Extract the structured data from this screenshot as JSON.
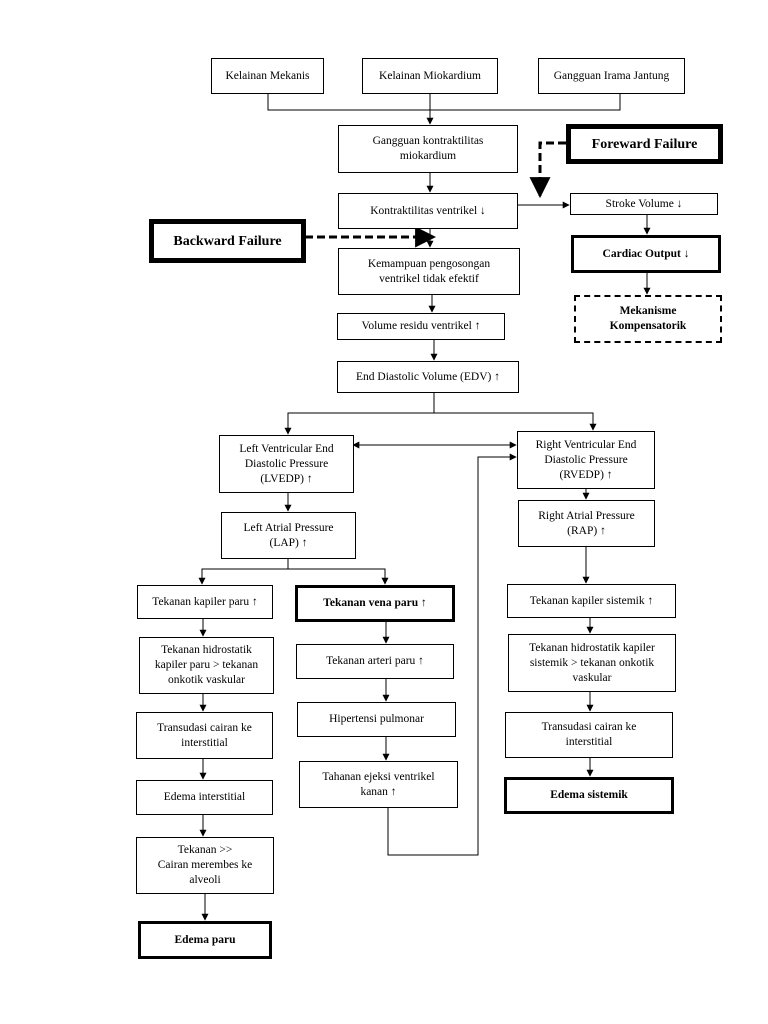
{
  "nodes": {
    "kelainan_mekanis": "Kelainan Mekanis",
    "kelainan_miokardium": "Kelainan Miokardium",
    "gangguan_irama": "Gangguan Irama Jantung",
    "gangguan_kontraktilitas": "Gangguan kontraktilitas\nmiokardium",
    "foreward_failure": "Foreward Failure",
    "kontraktilitas_ventrikel": "Kontraktilitas ventrikel ↓",
    "stroke_volume": "Stroke Volume ↓",
    "backward_failure": "Backward Failure",
    "cardiac_output": "Cardiac Output ↓",
    "kemampuan_pengosongan": "Kemampuan pengosongan\nventrikel tidak efektif",
    "mekanisme_kompensatorik": "Mekanisme\nKompensatorik",
    "volume_residu": "Volume residu ventrikel ↑",
    "edv": "End Diastolic Volume (EDV) ↑",
    "lvedp": "Left Ventricular End\nDiastolic Pressure\n(LVEDP) ↑",
    "rvedp": "Right Ventricular End\nDiastolic Pressure\n(RVEDP) ↑",
    "lap": "Left Atrial Pressure\n(LAP) ↑",
    "rap": "Right Atrial Pressure\n(RAP) ↑",
    "tekanan_kapiler_paru": "Tekanan kapiler paru ↑",
    "tekanan_vena_paru": "Tekanan vena paru ↑",
    "tekanan_kapiler_sistemik": "Tekanan kapiler sistemik ↑",
    "hidrostatik_paru": "Tekanan hidrostatik\nkapiler paru > tekanan\nonkotik vaskular",
    "tekanan_arteri_paru": "Tekanan arteri paru ↑",
    "hidrostatik_sistemik": "Tekanan hidrostatik kapiler\nsistemik > tekanan onkotik\nvaskular",
    "hipertensi_pulmonar": "Hipertensi pulmonar",
    "transudasi_kiri": "Transudasi cairan ke\ninterstitial",
    "transudasi_kanan": "Transudasi cairan ke\ninterstitial",
    "tahanan_ejeksi": "Tahanan ejeksi ventrikel\nkanan ↑",
    "edema_interstitial": "Edema interstitial",
    "edema_sistemik": "Edema sistemik",
    "tekanan_cairan": "Tekanan >>\nCairan merembes ke\nalveoli",
    "edema_paru": "Edema paru"
  }
}
